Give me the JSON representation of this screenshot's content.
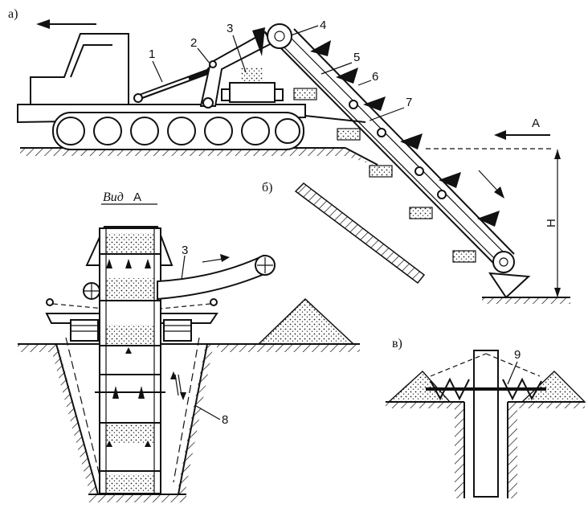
{
  "sub_labels": {
    "a": "а)",
    "b": "б)",
    "v": "в)"
  },
  "view_label": {
    "prefix": "Вид",
    "letter": "А"
  },
  "arrow_letter": "А",
  "dimension_label": "Н",
  "callouts": [
    "1",
    "2",
    "3",
    "4",
    "5",
    "6",
    "7",
    "3",
    "8",
    "9"
  ]
}
